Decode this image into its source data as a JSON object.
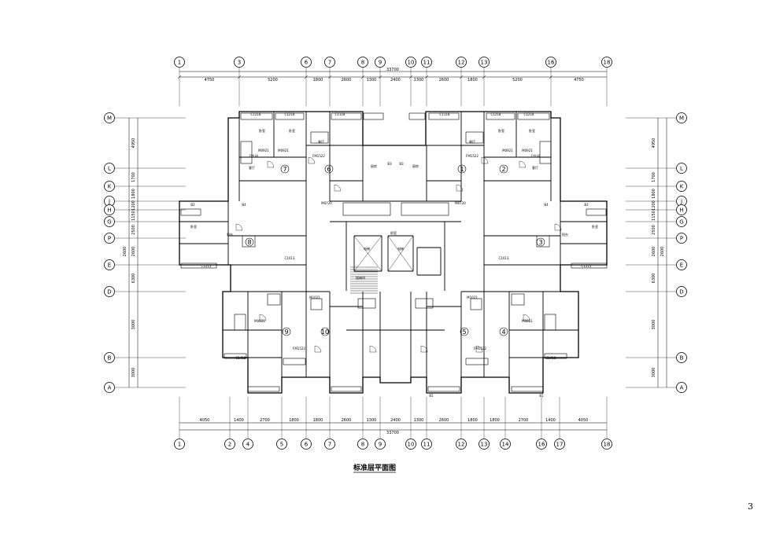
{
  "drawing": {
    "title": "标准层平面图",
    "page_number": "3",
    "top_axes": [
      "1",
      "3",
      "6",
      "7",
      "8",
      "9",
      "10",
      "11",
      "12",
      "13",
      "16",
      "18"
    ],
    "bottom_axes": [
      "1",
      "2",
      "4",
      "5",
      "6",
      "7",
      "8",
      "9",
      "10",
      "11",
      "12",
      "13",
      "14",
      "16",
      "17",
      "18"
    ],
    "left_axes": [
      "M",
      "L",
      "K",
      "J",
      "H",
      "G",
      "P",
      "E",
      "D",
      "B",
      "A"
    ],
    "right_axes": [
      "M",
      "L",
      "K",
      "J",
      "H",
      "G",
      "P",
      "E",
      "D",
      "B",
      "A"
    ],
    "top_dims": [
      "4750",
      "5200",
      "1800",
      "2600",
      "1300",
      "2400",
      "1300",
      "2600",
      "1800",
      "5200",
      "4750"
    ],
    "top_total": "33700",
    "bottom_dims": [
      "4050",
      "1400",
      "2700",
      "1800",
      "1800",
      "2600",
      "1300",
      "2400",
      "1300",
      "2600",
      "1800",
      "1800",
      "2700",
      "1400",
      "4050"
    ],
    "bottom_total": "33700",
    "left_dims": [
      "4950",
      "1700",
      "1800",
      "1200",
      "1150",
      "2500",
      "2600",
      "6300",
      "3000"
    ],
    "left_outer_dims": [
      "2600"
    ],
    "right_dims": [
      "4950",
      "1700",
      "1800",
      "1200",
      "1150",
      "2500",
      "2600",
      "6300",
      "3000"
    ],
    "right_outer_dims": [
      "2600"
    ],
    "unit_numbers": [
      "1",
      "2",
      "3",
      "4",
      "5",
      "6",
      "7",
      "8",
      "9",
      "10"
    ],
    "room_labels": [
      "卧室",
      "卧室",
      "卧室",
      "卧室",
      "客厅",
      "客厅",
      "厨房",
      "厨房",
      "卫生间",
      "卫生间",
      "餐厅",
      "餐厅",
      "电梯",
      "电梯",
      "楼梯间",
      "前室",
      "阳台",
      "阳台",
      "卧室",
      "卧室"
    ],
    "tag_labels": [
      "M0921",
      "M0921",
      "M0921",
      "M0921",
      "FM1522",
      "FM1522",
      "FM1522",
      "FM1522",
      "C1218",
      "C1218",
      "C1218",
      "C1218",
      "C1118",
      "C1118",
      "C1418",
      "C1418",
      "C1013",
      "C1013",
      "C1215",
      "C1215",
      "M0821",
      "M0821",
      "M1021",
      "M1021",
      "M0720",
      "M0720",
      "B1",
      "B1",
      "B2",
      "B2",
      "B3",
      "B3",
      "B4",
      "B4"
    ]
  }
}
